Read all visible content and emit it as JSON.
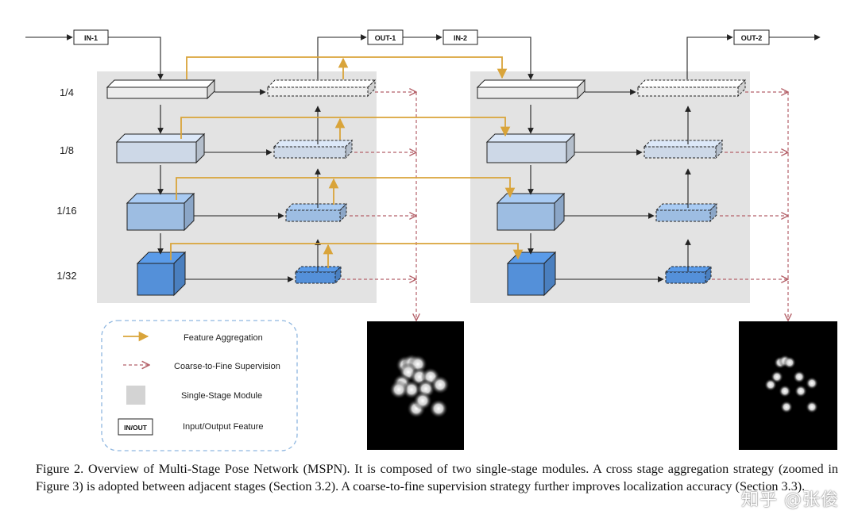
{
  "diagram": {
    "scales": [
      "1/4",
      "1/8",
      "1/16",
      "1/32"
    ],
    "io": {
      "in1": "IN-1",
      "out1": "OUT-1",
      "in2": "IN-2",
      "out2": "OUT-2"
    },
    "legend": {
      "feature_aggregation": "Feature Aggregation",
      "coarse_to_fine": "Coarse-to-Fine Supervision",
      "single_stage": "Single-Stage Module",
      "io_feature": "Input/Output Feature",
      "io_box_label": "IN/OUT"
    },
    "colors": {
      "aggregation": "#d9a43a",
      "supervision": "#b5626a",
      "module_bg": "#e3e3e3",
      "block_light": "#dce8f8",
      "block_mid": "#a9cbf3",
      "block_dark": "#5a9be9",
      "legend_border": "#8fb7e0"
    }
  },
  "caption": "Figure 2. Overview of Multi-Stage Pose Network (MSPN). It is composed of two single-stage modules. A cross stage aggregation strategy (zoomed in Figure 3) is adopted between adjacent stages (Section 3.2). A coarse-to-fine supervision strategy further improves localization accuracy (Section 3.3).",
  "watermark": "知乎 @张俊"
}
